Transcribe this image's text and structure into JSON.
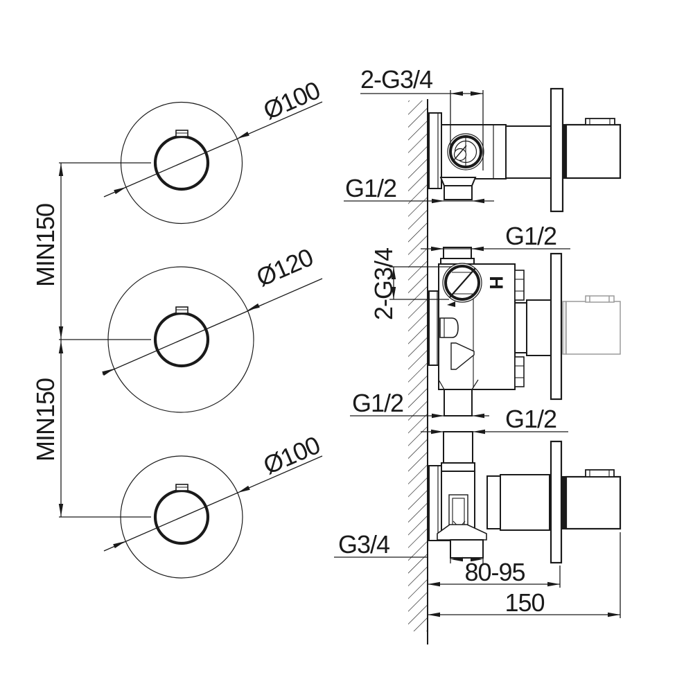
{
  "front_view": {
    "vertical_dimensions": [
      {
        "label": "MIN150"
      },
      {
        "label": "MIN150"
      }
    ],
    "plates": [
      {
        "diameter_label": "Ø100"
      },
      {
        "diameter_label": "Ø120"
      },
      {
        "diameter_label": "Ø100"
      }
    ]
  },
  "side_view": {
    "top_valve": {
      "port_dim": "2-G3/4",
      "outlet_dim": "G1/2"
    },
    "middle_valve": {
      "inlet_dim": "G1/2",
      "port_dim": "2-G3/4",
      "outlet_dim": "G1/2",
      "hot_marking": "H"
    },
    "bottom_valve": {
      "inlet_dim": "G1/2",
      "outlet_dim": "G3/4"
    },
    "depth_dim": "80-95",
    "overall_width_dim": "150"
  },
  "colors": {
    "line": "#1a1a1a",
    "light_line": "#9a9a9a",
    "background": "#ffffff"
  }
}
